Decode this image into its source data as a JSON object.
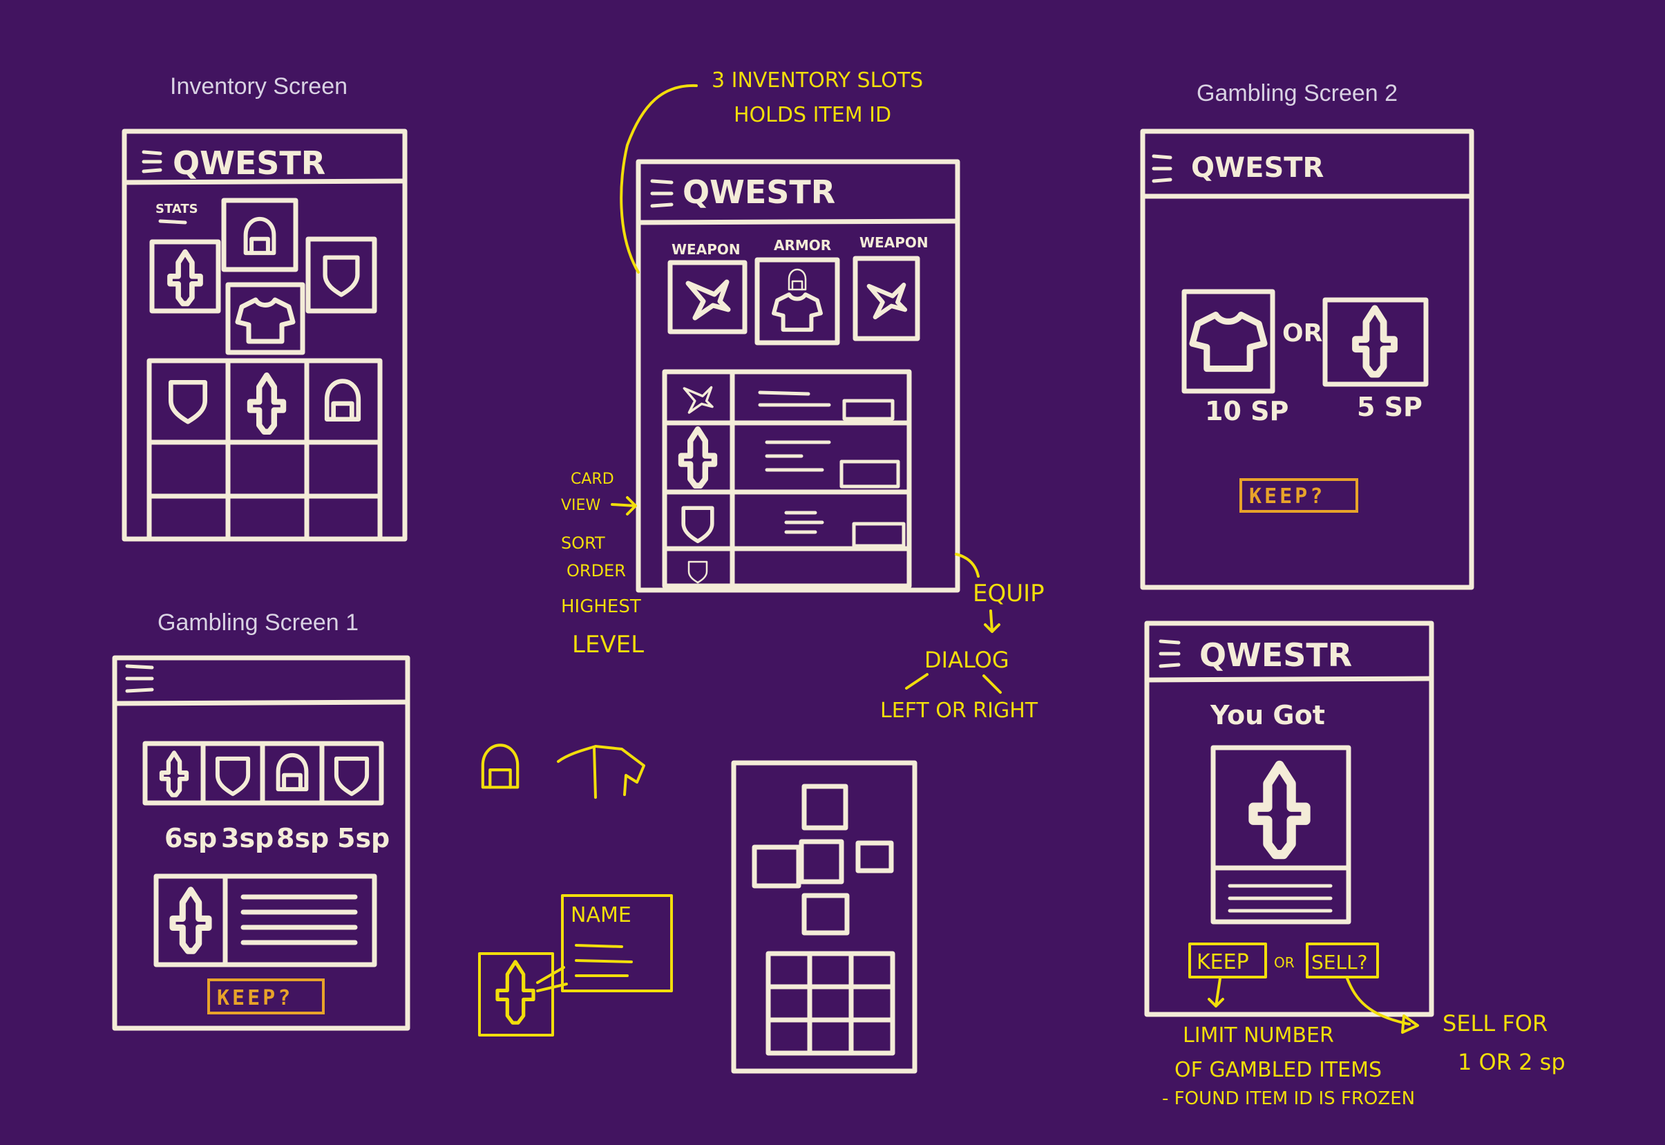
{
  "titles": {
    "inventory": "Inventory Screen",
    "gambling1": "Gambling Screen 1",
    "gambling2": "Gambling Screen 2"
  },
  "app_name": "QWESTR",
  "inventory_screen": {
    "stats_label": "STATS"
  },
  "detail_screen": {
    "slot_labels": [
      "WEAPON",
      "ARMOR",
      "WEAPON"
    ]
  },
  "gambling1": {
    "prices": [
      "6sp",
      "3sp",
      "8sp",
      "5sp"
    ],
    "keep": "KEEP?"
  },
  "gambling2": {
    "left_price": "10 SP",
    "right_price": "5 SP",
    "or": "OR",
    "keep": "KEEP?"
  },
  "gambling3": {
    "you_got": "You Got",
    "keep": "KEEP",
    "or": "OR",
    "sell": "SELL?"
  },
  "annotations": {
    "slots_line1": "3 INVENTORY SLOTS",
    "slots_line2": "HOLDS ITEM ID",
    "card_view_1": "CARD",
    "card_view_2": "VIEW",
    "sort_1": "SORT",
    "sort_2": "ORDER",
    "sort_3": "HIGHEST",
    "sort_4": "LEVEL",
    "equip": "EQUIP",
    "dialog": "DIALOG",
    "left_right": "LEFT OR RIGHT",
    "name": "NAME",
    "limit_1": "LIMIT NUMBER",
    "limit_2": "OF GAMBLED ITEMS",
    "limit_3": "- FOUND ITEM ID IS FROZEN",
    "sell_1": "SELL FOR",
    "sell_2": "1 OR 2 sp"
  }
}
